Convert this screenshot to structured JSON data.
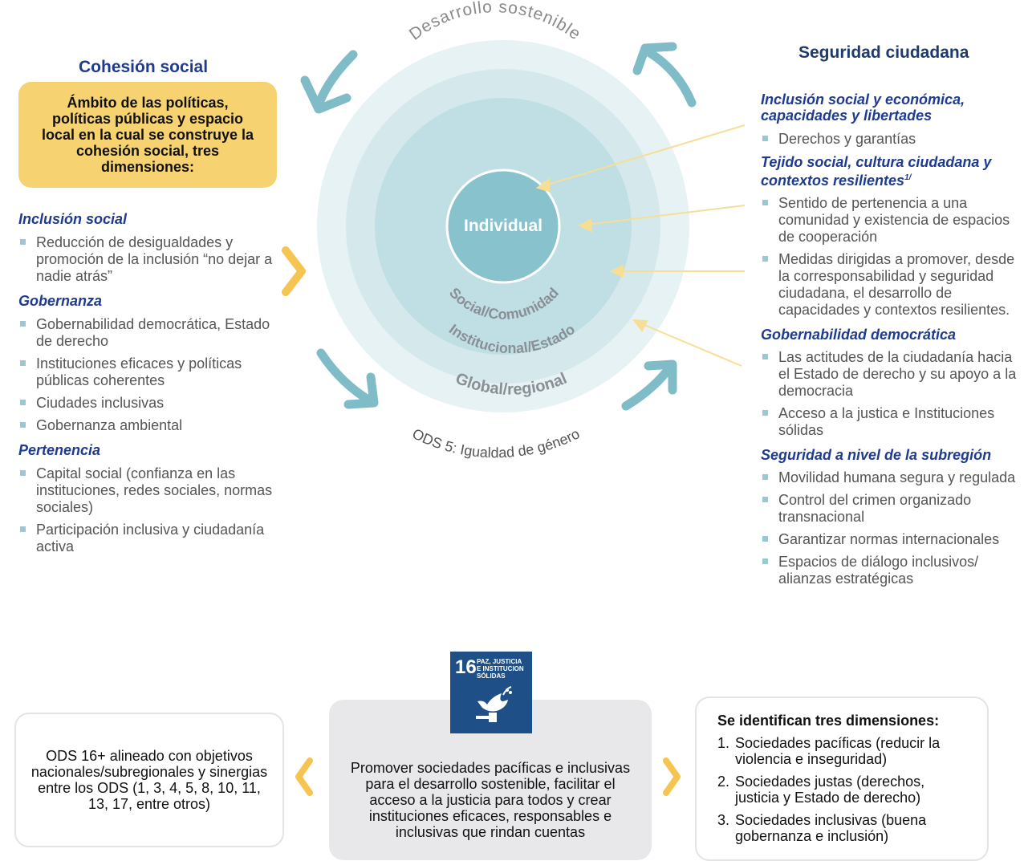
{
  "circle": {
    "outer_label": "Desarrollo sostenible",
    "bottom_label": "ODS 5: Igualdad de género",
    "center": "Individual",
    "ring1": "Social/Comunidad",
    "ring2": "Institucional/Estado",
    "ring3": "Global/regional"
  },
  "left": {
    "title": "Cohesión social",
    "ambito": "Ámbito de las políticas, políticas públicas y espacio local en la cual se construye la cohesión social, tres dimensiones:",
    "sections": [
      {
        "title": "Inclusión social",
        "items": [
          "Reducción de desigualdades y promoción de la inclusión “no dejar a nadie atrás”"
        ]
      },
      {
        "title": "Gobernanza",
        "items": [
          "Gobernabilidad democrática, Estado de derecho",
          "Instituciones eficaces y políticas públicas coherentes",
          "Ciudades inclusivas",
          "Gobernanza ambiental"
        ]
      },
      {
        "title": "Pertenencia",
        "items": [
          "Capital social (confianza en las instituciones, redes sociales, normas sociales)",
          "Participación inclusiva y ciudadanía activa"
        ]
      }
    ]
  },
  "right": {
    "title": "Seguridad ciudadana",
    "sections": [
      {
        "title": "Inclusión social y económica, capacidades y libertades",
        "items": [
          "Derechos y garantías"
        ]
      },
      {
        "title": "Tejido social, cultura ciudadana y contextos resilientes",
        "superscript": "1/",
        "items": [
          "Sentido de pertenencia a una comunidad y existencia de espacios de cooperación",
          "Medidas dirigidas a promover, desde la corresponsabilidad y seguridad ciudadana, el desarrollo de capacidades y contextos resilientes."
        ]
      },
      {
        "title": "Gobernabilidad democrática",
        "items": [
          "Las actitudes de la ciudadanía hacia el Estado de derecho y su apoyo a la democracia",
          "Acceso a la justica e Instituciones sólidas"
        ]
      },
      {
        "title": "Seguridad a nivel de la subregión",
        "items": [
          "Movilidad humana segura y regulada",
          "Control del crimen organizado transnacional",
          "Garantizar normas internacionales",
          "Espacios de diálogo inclusivos/ alianzas estratégicas"
        ]
      }
    ]
  },
  "bottom": {
    "left_box": "ODS 16+ alineado con objetivos nacionales/subregionales y sinergias entre los ODS (1, 3, 4, 5, 8, 10, 11, 13, 17, entre otros)",
    "sdg_number": "16",
    "sdg_label_1": "PAZ, JUSTICIA",
    "sdg_label_2": "E INSTITUCION",
    "sdg_label_3": "SÓLIDAS",
    "mid_box": "Promover sociedades pacíficas e inclusivas para el desarrollo sostenible, facilitar el acceso a la justicia para todos y crear instituciones eficaces, responsables e inclusivas que rindan cuentas",
    "right_title": "Se identifican tres dimensiones:",
    "dims": [
      {
        "n": "1.",
        "text": "Sociedades pacíficas (reducir la violencia e inseguridad)"
      },
      {
        "n": "2.",
        "text": "Sociedades justas (derechos, justicia y Estado de derecho)"
      },
      {
        "n": "3.",
        "text": "Sociedades inclusivas (buena gobernanza e inclusión)"
      }
    ]
  },
  "colors": {
    "ring_outer": "#e6f2f4",
    "ring_mid": "#cfe6ea",
    "ring_inner": "#b3d8de",
    "center": "#88c2cc",
    "arrow_teal": "#7fbcc7",
    "chevron": "#f5c451",
    "pointer": "#f7de96",
    "title_blue": "#1f3b8f"
  }
}
